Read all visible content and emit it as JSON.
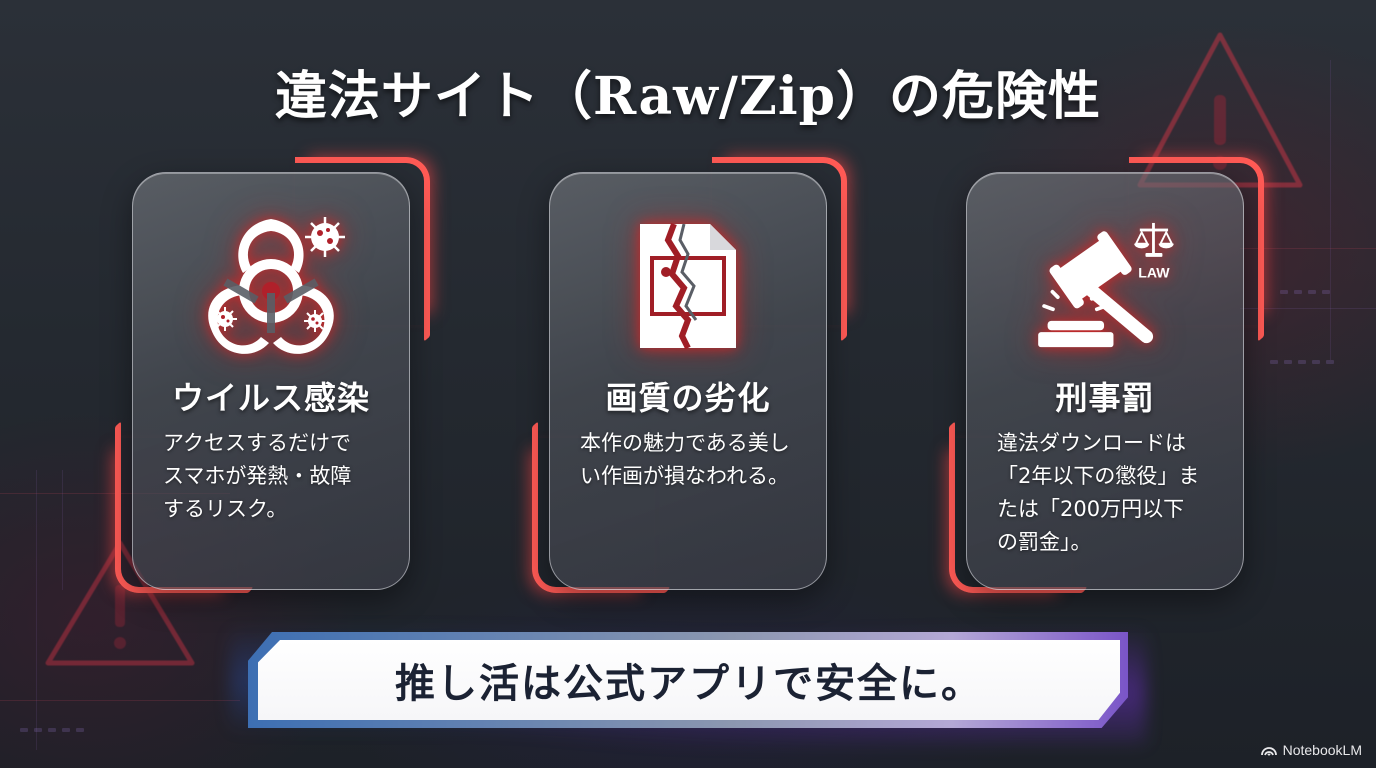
{
  "slide": {
    "title": "違法サイト（Raw/Zip）の危険性",
    "accent_color": "#ff5a55",
    "icon_glow_color": "#d22828"
  },
  "cards": [
    {
      "icon": "biohazard-virus-icon",
      "heading": "ウイルス感染",
      "body_lines": [
        "アクセスするだけで",
        "スマホが発熱・故障",
        "するリスク。"
      ]
    },
    {
      "icon": "broken-image-file-icon",
      "heading": "画質の劣化",
      "body_lines": [
        "本作の魅力である美し",
        "い作画が損なわれる。"
      ]
    },
    {
      "icon": "gavel-law-icon",
      "icon_label": "LAW",
      "heading": "刑事罰",
      "body_lines": [
        "違法ダウンロードは",
        "「2年以下の懲役」ま",
        "たは「200万円以下",
        "の罰金」。"
      ]
    }
  ],
  "cta": {
    "text": "推し活は公式アプリで安全に。"
  },
  "footer": {
    "brand_icon": "notebooklm-logo-icon",
    "brand_text": "NotebookLM"
  }
}
